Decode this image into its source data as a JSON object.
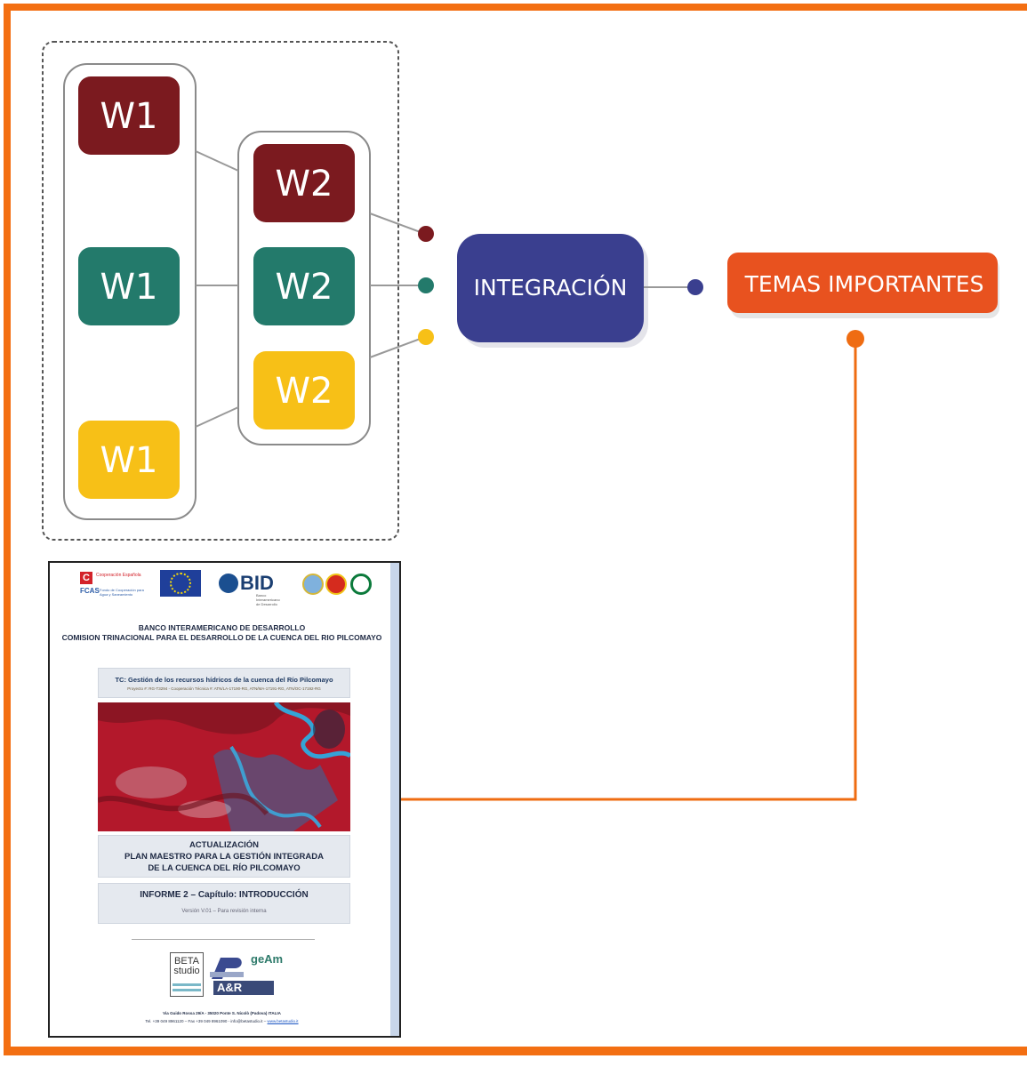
{
  "colors": {
    "frame": "#f36f12",
    "maroon": "#7b1a1f",
    "teal": "#237a6b",
    "yellow": "#f7c017",
    "integration": "#3a3f8f",
    "temas": "#e8521f",
    "connector": "#ef6c12"
  },
  "diagram": {
    "w1_label": "W1",
    "w2_label": "W2",
    "integracion": "INTEGRACIÓN",
    "temas": "TEMAS IMPORTANTES"
  },
  "document": {
    "logos": {
      "coop_mark": "C",
      "coop_text": "Cooperación Española",
      "fcas": "FCAS",
      "fcas_sub": "Fondo de Cooperación para Agua y Saneamiento",
      "bid": "BID",
      "bid_sub": "Banco Interamericano de Desarrollo"
    },
    "org_line1": "BANCO INTERAMERICANO DE DESARROLLO",
    "org_line2": "COMISION TRINACIONAL PARA EL DESARROLLO DE LA CUENCA DEL RIO PILCOMAYO",
    "tc_title": "TC: Gestión de los recursos hídricos de la cuenca del Río Pilcomayo",
    "tc_sub": "Proyecto #: RG-T3294 - Cooperación Técnica #: ATN/LA-17190-RG, ATN/MA-17191-RG, ATN/OC-17192-RG",
    "act_line1": "ACTUALIZACIÓN",
    "act_line2": "PLAN MAESTRO PARA LA GESTIÓN INTEGRADA",
    "act_line3": "DE LA CUENCA DEL RÍO PILCOMAYO",
    "informe": "INFORME 2 – Capítulo: INTRODUCCIÓN",
    "version": "Versión V.01 – Para revisión interna",
    "partners": {
      "beta_line1": "BETA",
      "beta_line2": "studio",
      "geam": "geAm",
      "ar": "A&R"
    },
    "footer_address": "Via Guido Rossa 29/A - 35020 Ponte S. Nicolò (Padova) ITALIA",
    "footer_contact": "Tel. +39 049 8961120 – Fax +39 049 8961090 - info@betastudio.it –",
    "footer_link": "www.betastudio.it"
  }
}
